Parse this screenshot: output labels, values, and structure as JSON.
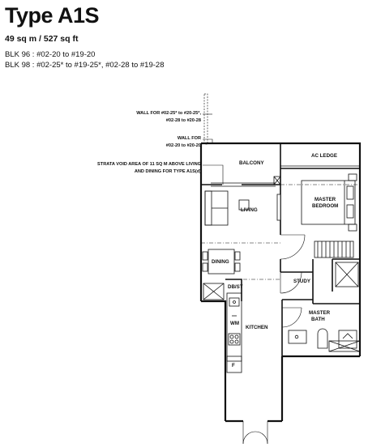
{
  "header": {
    "title": "Type A1S",
    "area": "49 sq m / 527 sq ft",
    "blk_lines": [
      "BLK 96 : #02-20 to #19-20",
      "BLK 98 : #02-25* to #19-25*, #02-28 to #19-28"
    ]
  },
  "annotations": {
    "wall_1_line1": "WALL FOR #02-25* to #20-25*,",
    "wall_1_line2": "#02-28 to #20-28",
    "wall_2_line1": "WALL FOR",
    "wall_2_line2": "#02-20 to #20-20",
    "void_line1": "STRATA VOID AREA OF 11 SQ M ABOVE LIVING",
    "void_line2": "AND DINING FOR TYPE A1S(d)"
  },
  "rooms": {
    "balcony": "BALCONY",
    "ac_ledge": "AC LEDGE",
    "living": "LIVING",
    "master_bedroom_line1": "MASTER",
    "master_bedroom_line2": "BEDROOM",
    "dining": "DINING",
    "study": "STUDY",
    "db_st": "DB/ST",
    "kitchen": "KITCHEN",
    "master_bath_line1": "MASTER",
    "master_bath_line2": "BATH",
    "wm": "WM",
    "f": "F"
  }
}
